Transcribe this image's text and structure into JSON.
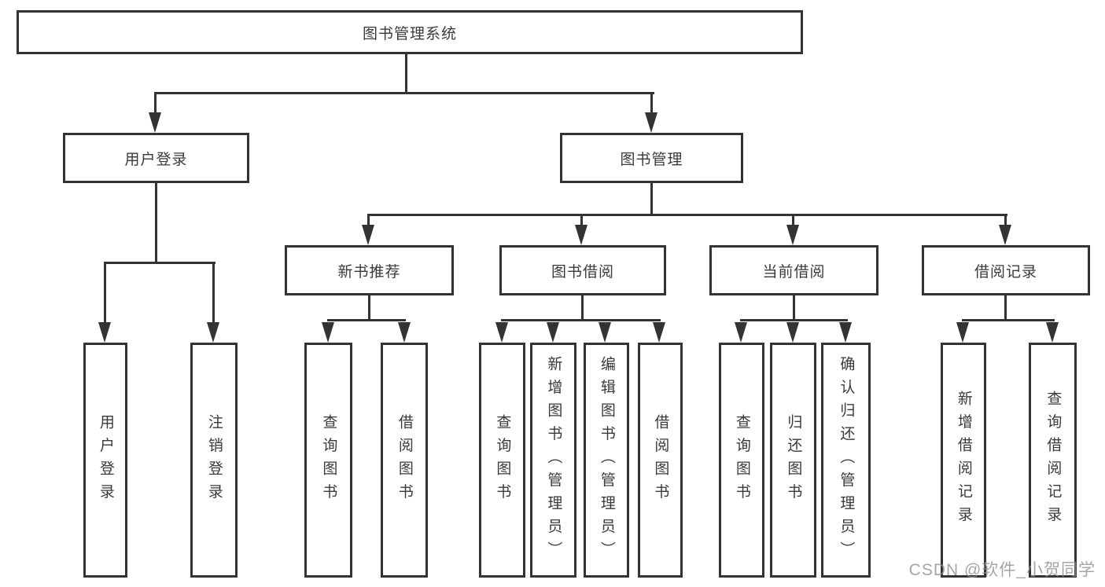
{
  "diagram": {
    "root": {
      "label": "图书管理系统"
    },
    "level2": {
      "user_login": {
        "label": "用户登录"
      },
      "book_mgmt": {
        "label": "图书管理"
      }
    },
    "level3": {
      "new_books": {
        "label": "新书推荐"
      },
      "borrowing": {
        "label": "图书借阅"
      },
      "current": {
        "label": "当前借阅"
      },
      "records": {
        "label": "借阅记录"
      }
    },
    "leaves": {
      "user_login_leaf": "用户登录",
      "logout": "注销登录",
      "nb_query": "查询图书",
      "nb_borrow": "借阅图书",
      "bw_query": "查询图书",
      "bw_add": "新增图书（管理员）",
      "bw_edit": "编辑图书（管理员）",
      "bw_borrow": "借阅图书",
      "cur_query": "查询图书",
      "cur_return": "归还图书",
      "cur_confirm": "确认归还（管理员）",
      "rec_add": "新增借阅记录",
      "rec_query": "查询借阅记录"
    }
  },
  "watermark": {
    "text": "CSDN @软件_小贺同学"
  },
  "colors": {
    "line": "#333333",
    "text": "#3a3a3a",
    "background": "#ffffff",
    "watermark": "#8f8f8f"
  }
}
